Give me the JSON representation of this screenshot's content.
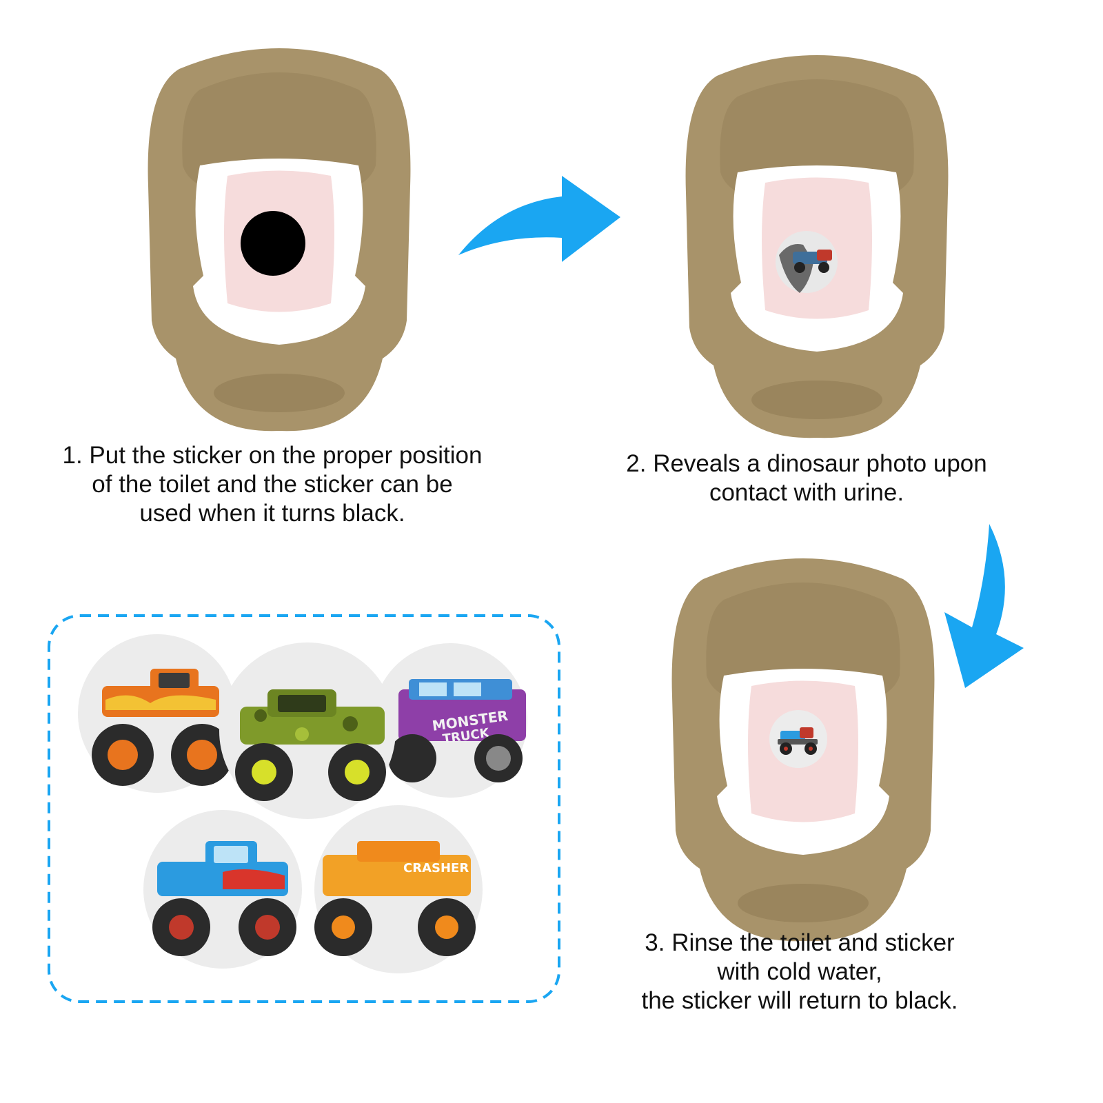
{
  "colors": {
    "potty": "#a8936a",
    "potty_dark": "#8b774f",
    "seat": "#ffffff",
    "bowl": "#f6dcdc",
    "arrow": "#1aa6f2",
    "frame": "#1aa6f2",
    "sticker_bg": "#ececec",
    "sticker_black": "#000000"
  },
  "steps": [
    {
      "lines": [
        "1. Put the sticker on the proper position",
        "of the toilet and the sticker can be",
        "used when it turns black."
      ],
      "sticker_state": "black"
    },
    {
      "lines": [
        "2. Reveals a dinosaur photo upon",
        "contact with urine."
      ],
      "sticker_state": "revealing"
    },
    {
      "lines": [
        "3. Rinse the toilet and sticker",
        "with cold water,",
        "the sticker will return to black."
      ],
      "sticker_state": "revealed"
    }
  ],
  "sticker_samples": {
    "icon": "monster-truck-sticker",
    "truck_colors": [
      "#e8741e",
      "#7f9a2a",
      "#3f8fd6",
      "#2b9be0",
      "#f2a126"
    ],
    "truck_labels": [
      "MONSTER TRUCK",
      "CRASHER"
    ]
  }
}
